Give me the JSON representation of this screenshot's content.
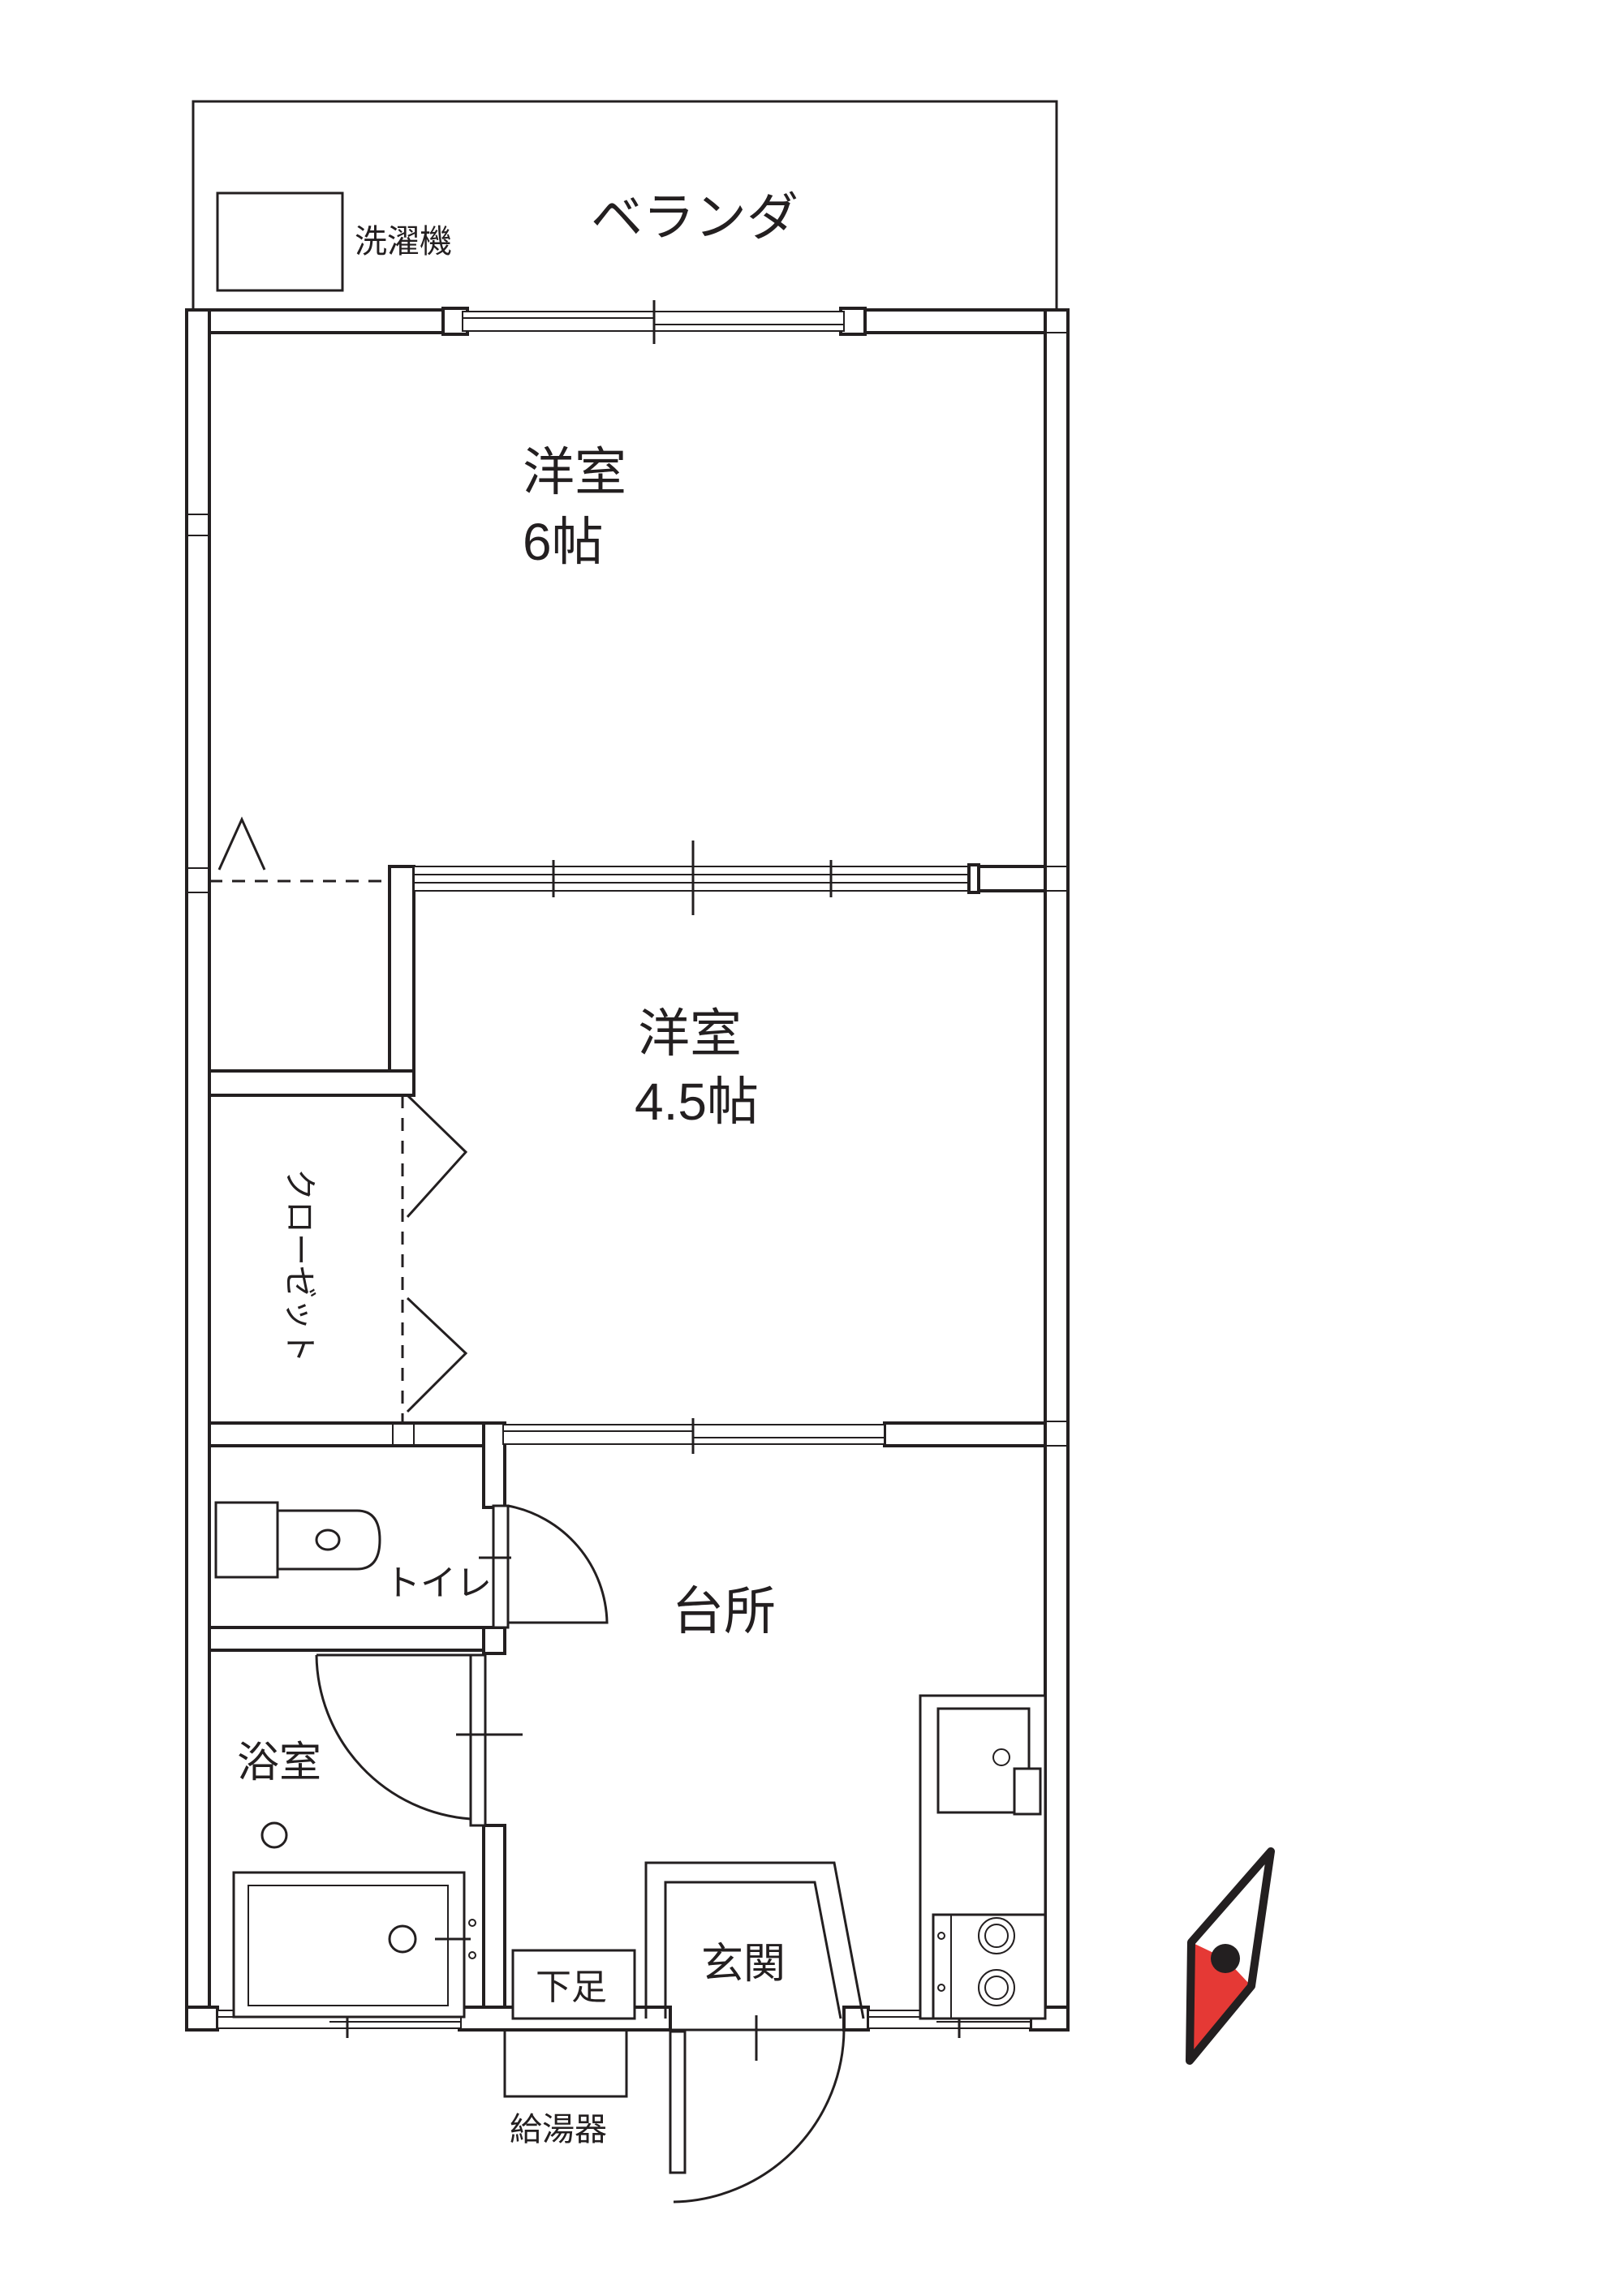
{
  "floor_plan": {
    "rooms": {
      "veranda": "ベランダ",
      "washing_machine": "洗濯機",
      "western_room_1": {
        "name": "洋室",
        "size": "6帖"
      },
      "western_room_2": {
        "name": "洋室",
        "size": "4.5帖"
      },
      "closet": "クローゼット",
      "toilet": "トイレ",
      "kitchen": "台所",
      "bathroom": "浴室",
      "shoe_box": "下足",
      "entrance": "玄関",
      "water_heater": "給湯器"
    },
    "compass": {
      "needle_color": "#e53935",
      "outline_color": "#231f20"
    }
  }
}
